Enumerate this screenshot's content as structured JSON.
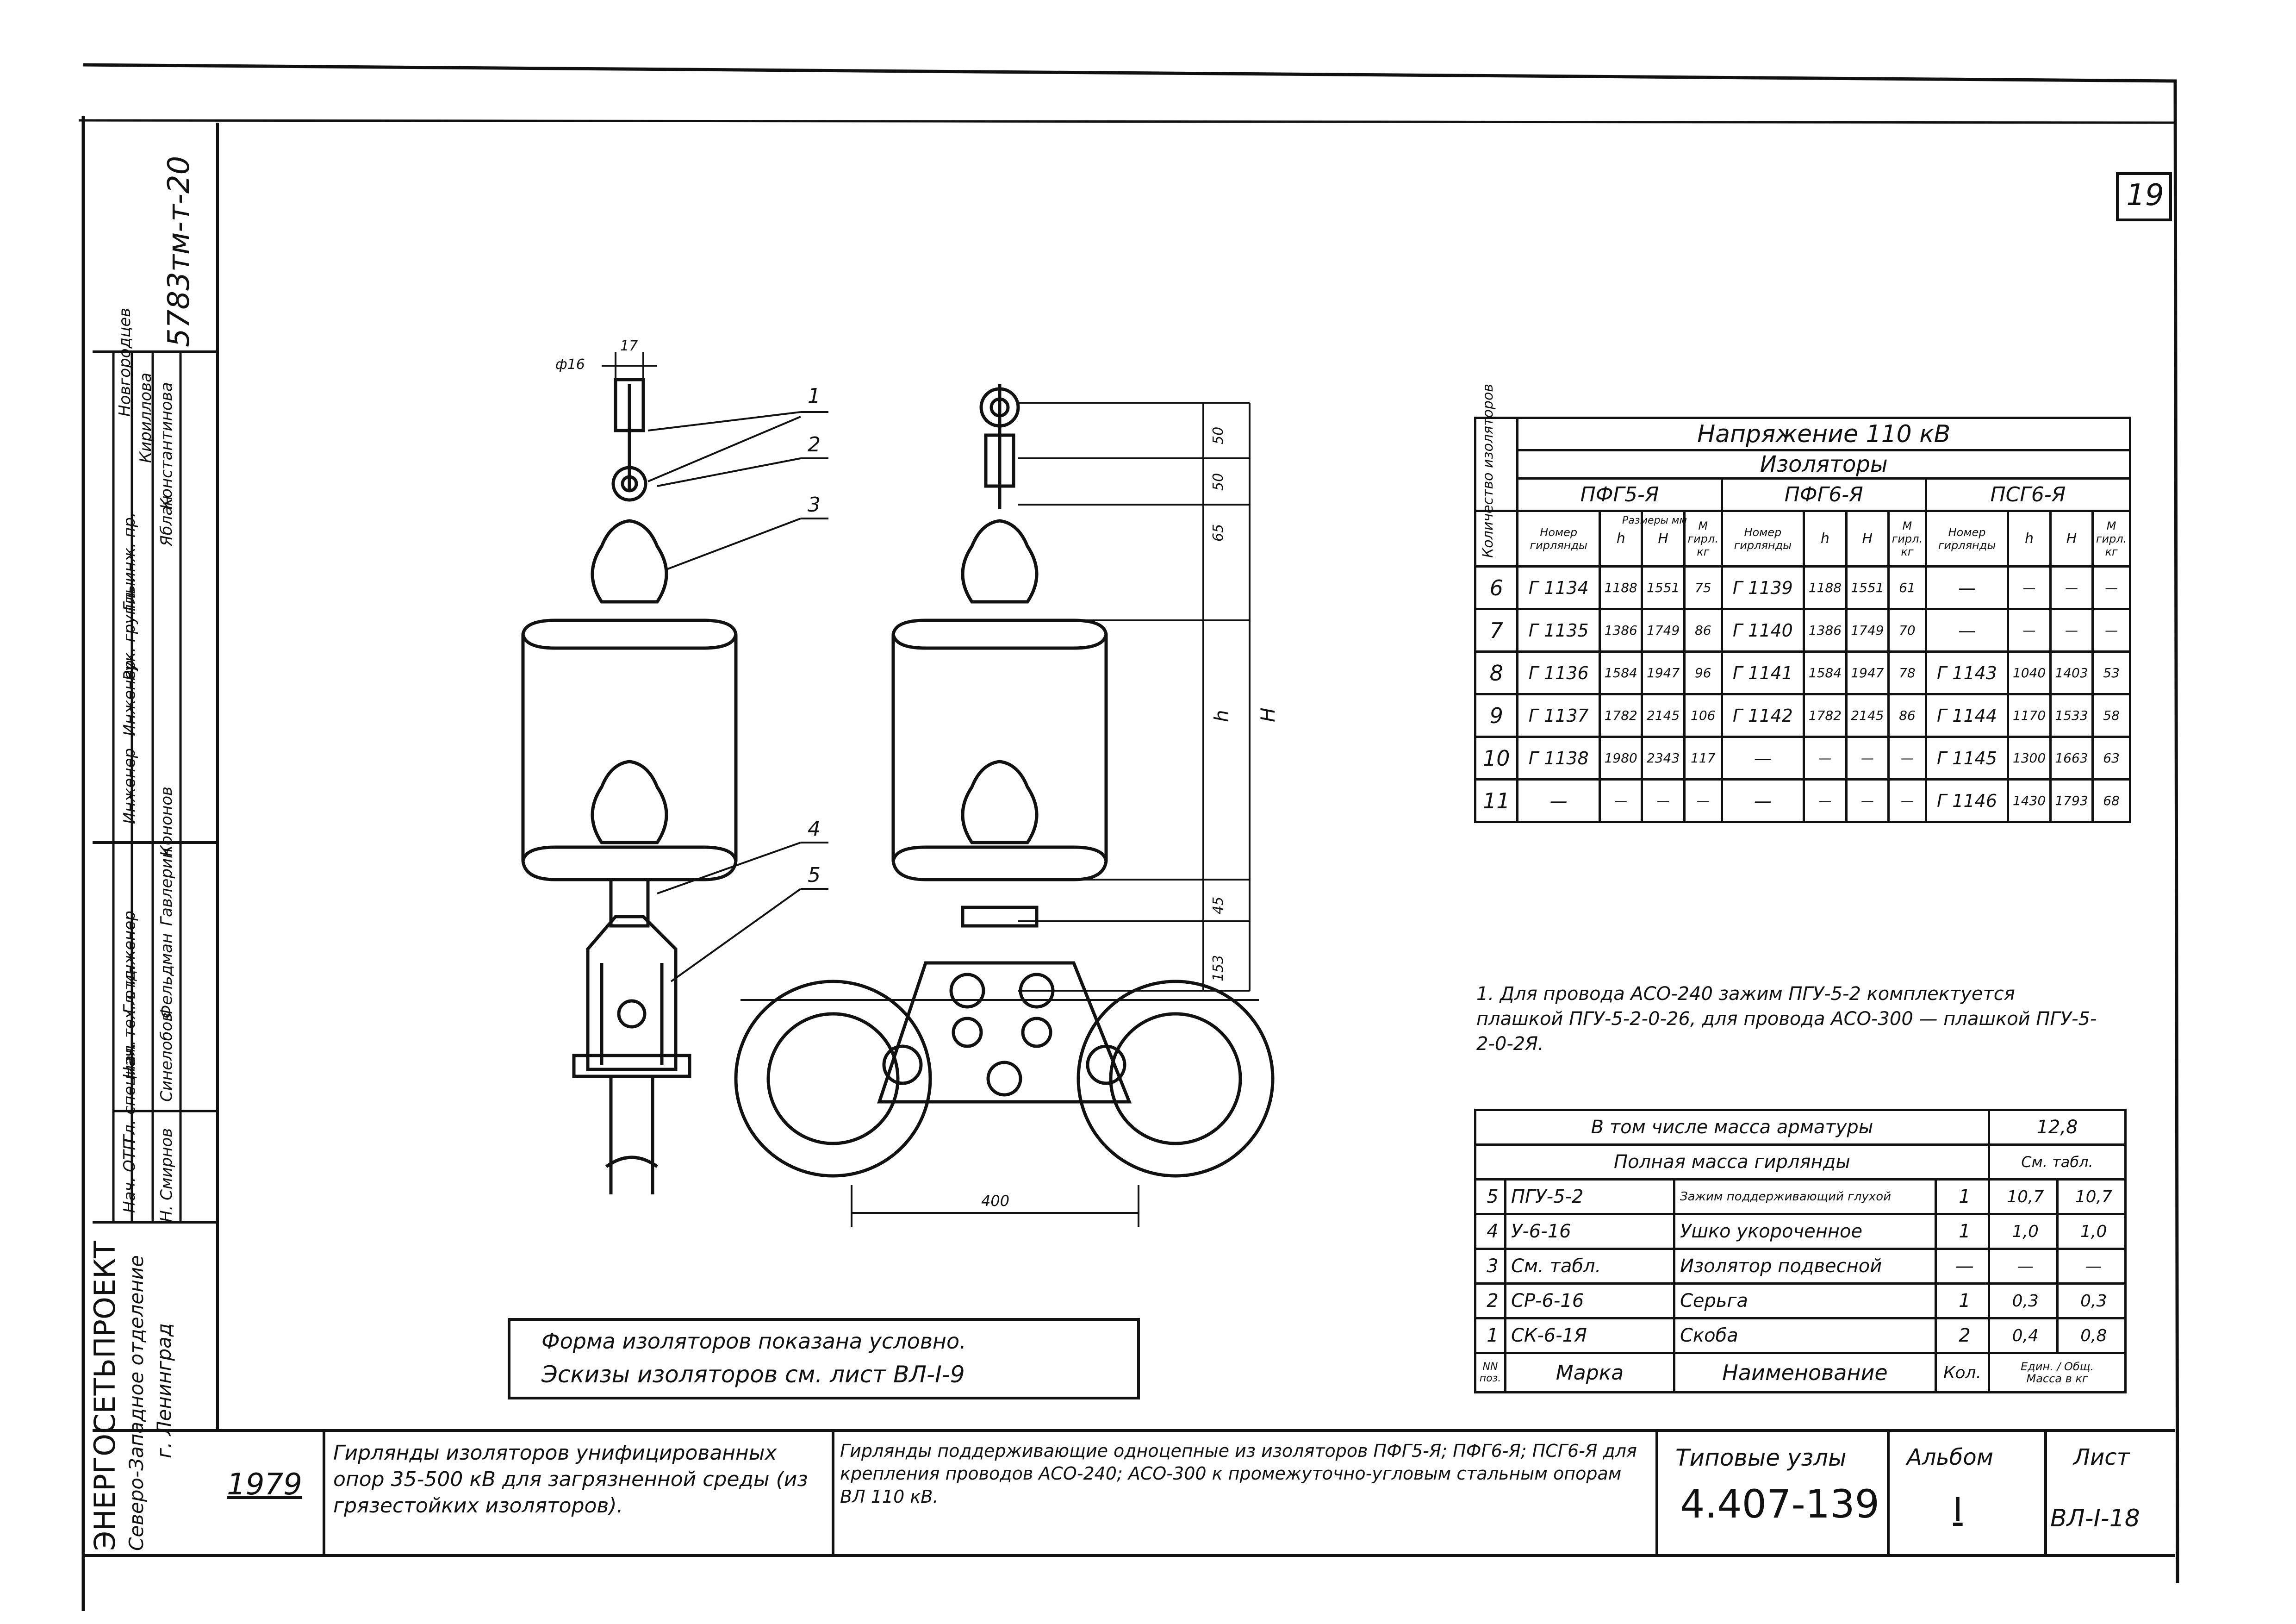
{
  "sheet_number": "19",
  "archive_number": "5783тм-т-20",
  "callouts": [
    "1",
    "2",
    "3",
    "4",
    "5"
  ],
  "dims": {
    "d16": "ф16",
    "d17": "17",
    "d50a": "50",
    "d50b": "50",
    "d65": "65",
    "h": "h",
    "H": "H",
    "d45": "45",
    "d153": "153",
    "w400": "400"
  },
  "insulator_table": {
    "voltage": "Напряжение  110 кВ",
    "subtitle": "Изоляторы",
    "row_header": "Количество изоляторов",
    "groups": [
      "ПФГ5-Я",
      "ПФГ6-Я",
      "ПСГ6-Я"
    ],
    "col_nomer": "Номер гирлянды",
    "col_razmery": "Размеры мм",
    "col_h": "h",
    "col_H": "H",
    "col_massa": "М гирл. кг",
    "rows": [
      {
        "n": "6",
        "a": [
          "Г 1134",
          "1188",
          "1551",
          "75"
        ],
        "b": [
          "Г 1139",
          "1188",
          "1551",
          "61"
        ],
        "c": [
          "—",
          "—",
          "—",
          "—"
        ]
      },
      {
        "n": "7",
        "a": [
          "Г 1135",
          "1386",
          "1749",
          "86"
        ],
        "b": [
          "Г 1140",
          "1386",
          "1749",
          "70"
        ],
        "c": [
          "—",
          "—",
          "—",
          "—"
        ]
      },
      {
        "n": "8",
        "a": [
          "Г 1136",
          "1584",
          "1947",
          "96"
        ],
        "b": [
          "Г 1141",
          "1584",
          "1947",
          "78"
        ],
        "c": [
          "Г 1143",
          "1040",
          "1403",
          "53"
        ]
      },
      {
        "n": "9",
        "a": [
          "Г 1137",
          "1782",
          "2145",
          "106"
        ],
        "b": [
          "Г 1142",
          "1782",
          "2145",
          "86"
        ],
        "c": [
          "Г 1144",
          "1170",
          "1533",
          "58"
        ]
      },
      {
        "n": "10",
        "a": [
          "Г 1138",
          "1980",
          "2343",
          "117"
        ],
        "b": [
          "—",
          "—",
          "—",
          "—"
        ],
        "c": [
          "Г 1145",
          "1300",
          "1663",
          "63"
        ]
      },
      {
        "n": "11",
        "a": [
          "—",
          "—",
          "—",
          "—"
        ],
        "b": [
          "—",
          "—",
          "—",
          "—"
        ],
        "c": [
          "Г 1146",
          "1430",
          "1793",
          "68"
        ]
      }
    ]
  },
  "note": "1. Для провода АСО-240 зажим ПГУ-5-2 комплектуется плашкой ПГУ-5-2-0-26, для провода АСО-300 — плашкой ПГУ-5-2-0-2Я.",
  "spec_table": {
    "fittings_mass_label": "В том числе масса арматуры",
    "fittings_mass": "12,8",
    "total_mass_label": "Полная масса гирлянды",
    "total_mass": "См. табл.",
    "rows": [
      {
        "pos": "5",
        "mark": "ПГУ-5-2",
        "name": "Зажим поддерживающий глухой",
        "qty": "1",
        "unit": "10,7",
        "total": "10,7"
      },
      {
        "pos": "4",
        "mark": "У-6-16",
        "name": "Ушко укороченное",
        "qty": "1",
        "unit": "1,0",
        "total": "1,0"
      },
      {
        "pos": "3",
        "mark": "См. табл.",
        "name": "Изолятор подвесной",
        "qty": "—",
        "unit": "—",
        "total": "—"
      },
      {
        "pos": "2",
        "mark": "СР-6-16",
        "name": "Серьга",
        "qty": "1",
        "unit": "0,3",
        "total": "0,3"
      },
      {
        "pos": "1",
        "mark": "СК-6-1Я",
        "name": "Скоба",
        "qty": "2",
        "unit": "0,4",
        "total": "0,8"
      }
    ],
    "h_pos": "NN поз.",
    "h_mark": "Марка",
    "h_name": "Наименование",
    "h_qty": "Кол.",
    "h_mass_unit": "Един.",
    "h_mass_total": "Общ.",
    "h_mass": "Масса в кг"
  },
  "form_note": {
    "line1": "Форма изоляторов показана условно.",
    "line2": "Эскизы изоляторов см. лист ВЛ-I-9"
  },
  "title_block": {
    "year": "1979",
    "series_title": "Гирлянды изоляторов унифицированных опор 35-500 кВ для загрязненной среды (из грязестойких изоляторов).",
    "drawing_title": "Гирлянды поддерживающие одноцепные из изоляторов ПФГ5-Я; ПФГ6-Я; ПСГ6-Я для крепления проводов АСО-240; АСО-300 к промежуточно-угловым стальным опорам ВЛ 110 кВ.",
    "typical_label": "Типовые узлы",
    "typical_number": "4.407-139",
    "album_label": "Альбом",
    "album_value": "I",
    "sheet_label": "Лист",
    "sheet_value": "ВЛ-I-18"
  },
  "org": {
    "name": "ЭНЕРГОСЕТЬПРОЕКТ",
    "branch": "Северо-Западное отделение",
    "city": "г. Ленинград"
  },
  "signatures": {
    "roles": [
      "Нач. ОТП",
      "Гл. специал.",
      "Нач. тех. отд.",
      "Гл. инженер",
      "Инженер",
      "Инженер",
      "Рук. группы",
      "Гл. инж. пр."
    ],
    "names": [
      "Н. Смирнов",
      "Синелобов",
      "Фельдман",
      "Гавлерин",
      "Кононов",
      "Яблан",
      "Константинова",
      "Кириллова",
      "Новгородцев"
    ]
  }
}
